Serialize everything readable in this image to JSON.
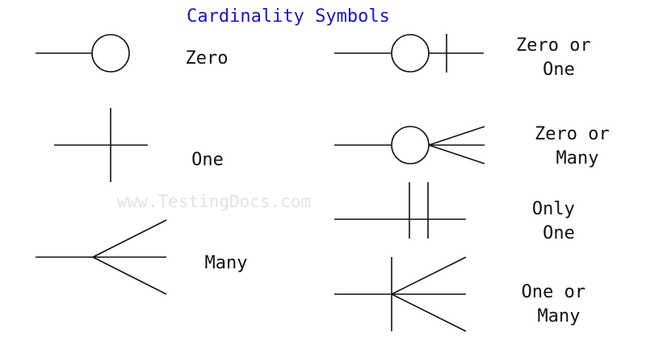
{
  "title": "Cardinality Symbols",
  "watermark": "www.TestingDocs.com",
  "symbols": [
    {
      "label_lines": [
        "Zero"
      ]
    },
    {
      "label_lines": [
        "One"
      ]
    },
    {
      "label_lines": [
        "Many"
      ]
    },
    {
      "label_lines": [
        "Zero or",
        "One"
      ]
    },
    {
      "label_lines": [
        "Zero or",
        "Many"
      ]
    },
    {
      "label_lines": [
        "Only",
        "One"
      ]
    },
    {
      "label_lines": [
        "One or",
        "Many"
      ]
    }
  ],
  "colors": {
    "title": "#1a14c8",
    "stroke": "#111111",
    "watermark": "#e3e3e3"
  }
}
